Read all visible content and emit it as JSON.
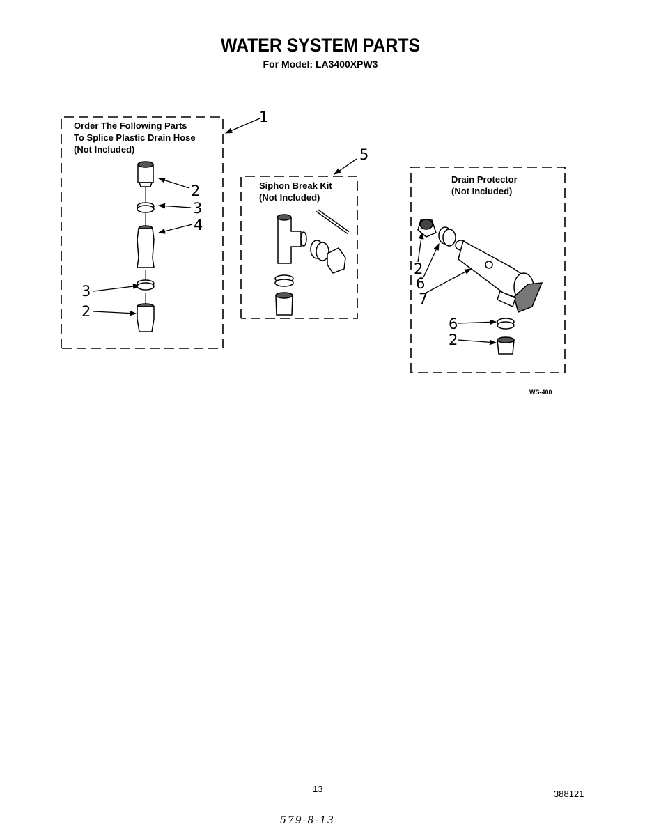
{
  "header": {
    "title": "WATER SYSTEM PARTS",
    "subtitle": "For Model: LA3400XPW3"
  },
  "boxes": {
    "splice": {
      "label": "Order The Following Parts\nTo Splice Plastic Drain Hose\n(Not Included)"
    },
    "siphon": {
      "label": "Siphon Break Kit\n(Not Included)"
    },
    "drain": {
      "label": "Drain Protector\n(Not Included)"
    }
  },
  "callouts": {
    "c1": "1",
    "c5": "5",
    "splice_2a": "2",
    "splice_3a": "3",
    "splice_4": "4",
    "splice_3b": "3",
    "splice_2b": "2",
    "drain_2a": "2",
    "drain_6a": "6",
    "drain_7": "7",
    "drain_6b": "6",
    "drain_2b": "2"
  },
  "footer": {
    "figure_code": "WS-400",
    "page_number": "13",
    "doc_number": "388121",
    "handwritten": "579-8-13"
  },
  "colors": {
    "ink": "#000000",
    "paper": "#ffffff"
  }
}
